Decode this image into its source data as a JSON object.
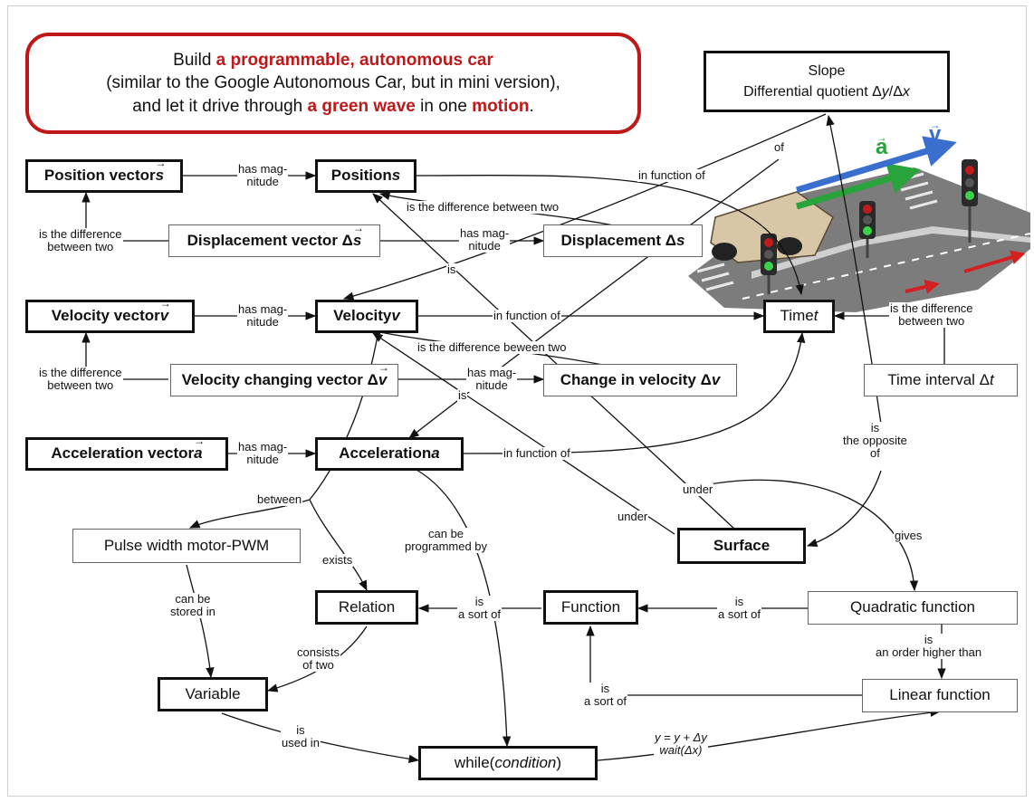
{
  "banner": {
    "line1_pre": "Build ",
    "line1_highlight": "a programmable, autonomous car",
    "line2": "(similar to the Google Autonomous Car, but in mini version),",
    "line3_pre": "and let it drive through ",
    "line3_highlight1": "a green wave",
    "line3_mid": " in one ",
    "line3_highlight2": "motion",
    "line3_post": "."
  },
  "illustration": {
    "vector_a": "a",
    "vector_v": "v"
  },
  "nodes": {
    "slope_line1": "Slope",
    "slope_line2_pre": "Differential quotient Δ",
    "slope_line2_y": "y",
    "slope_line2_mid": "/Δ",
    "slope_line2_x": "x",
    "position_vector_pre": "Position vector ",
    "position_vector_sym": "s",
    "position_pre": "Position ",
    "position_sym": "s",
    "displacement_vector_pre": "Displacement vector Δ",
    "displacement_vector_sym": "s",
    "displacement_pre": "Displacement Δ",
    "displacement_sym": "s",
    "velocity_vector_pre": "Velocity vector ",
    "velocity_vector_sym": "v",
    "velocity_pre": "Velocity ",
    "velocity_sym": "v",
    "time_pre": "Time ",
    "time_sym": "t",
    "velocity_changing_vector_pre": "Velocity changing vector Δ",
    "velocity_changing_vector_sym": "v",
    "change_in_velocity_pre": "Change in velocity Δ",
    "change_in_velocity_sym": "v",
    "time_interval_pre": "Time interval Δ",
    "time_interval_sym": "t",
    "acceleration_vector_pre": "Acceleration vector ",
    "acceleration_vector_sym": "a",
    "acceleration_pre": "Acceleration ",
    "acceleration_sym": "a",
    "pwm": "Pulse width motor-PWM",
    "surface": "Surface",
    "relation": "Relation",
    "function": "Function",
    "quadratic_function": "Quadratic function",
    "variable": "Variable",
    "linear_function": "Linear function",
    "while_pre": "while(",
    "while_cond": "condition",
    "while_post": ")"
  },
  "labels": {
    "has_magnitude_1_a": "has mag-",
    "has_magnitude_1_b": "nitude",
    "has_magnitude_2_a": "has mag-",
    "has_magnitude_2_b": "nitude",
    "has_magnitude_3_a": "has mag-",
    "has_magnitude_3_b": "nitude",
    "has_magnitude_4_a": "has mag-",
    "has_magnitude_4_b": "nitude",
    "has_magnitude_5_a": "has mag-",
    "has_magnitude_5_b": "nitude",
    "diff_between_two_1_a": "is the difference",
    "diff_between_two_1_b": "between two",
    "diff_between_two_2_a": "is the difference",
    "diff_between_two_2_b": "between two",
    "diff_between_two_3_a": "is the difference",
    "diff_between_two_3_b": "between two",
    "is_diff_pos": "is the difference between two",
    "is_diff_vel": "is the difference beween two",
    "in_function_of_1": "in function of",
    "in_function_of_2": "in function of",
    "in_function_of_3": "in function of",
    "of": "of",
    "is_1": "is",
    "is_2": "is",
    "under_1": "under",
    "under_2": "under",
    "opposite_a": "is",
    "opposite_b": "the opposite",
    "opposite_c": "of",
    "between": "between",
    "exists": "exists",
    "gives": "gives",
    "programmed_a": "can be",
    "programmed_b": "programmed by",
    "stored_a": "can be",
    "stored_b": "stored in",
    "sort_of_1_a": "is",
    "sort_of_1_b": "a sort of",
    "sort_of_2_a": "is",
    "sort_of_2_b": "a sort of",
    "sort_of_3_a": "is",
    "sort_of_3_b": "a sort of",
    "consists_a": "consists",
    "consists_b": "of two",
    "order_higher_a": "is",
    "order_higher_b": "an order higher than",
    "used_in_a": "is",
    "used_in_b": "used in",
    "formula_a": "y = y + Δy",
    "formula_b": "wait(Δx)"
  }
}
